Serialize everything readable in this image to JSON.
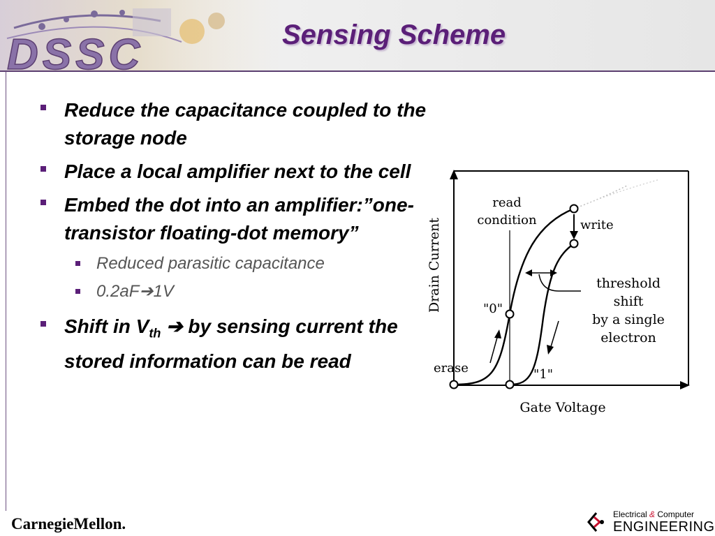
{
  "header": {
    "logo_text": "DSSC",
    "title": "Sensing Scheme"
  },
  "bullets": [
    {
      "text": "Reduce the capacitance coupled to the storage node"
    },
    {
      "text": "Place a local amplifier next to the cell"
    },
    {
      "text": "Embed the dot into an amplifier:”one-transistor floating-dot memory”"
    }
  ],
  "sub_bullets": [
    {
      "text": "Reduced parasitic capacitance"
    },
    {
      "pre": "0.2aF",
      "arrow": "➔",
      "post": "1V"
    }
  ],
  "last_bullet": {
    "pre": "Shift in V",
    "sub": "th",
    "arrow": " ➔ ",
    "post": "by sensing current the stored information can be read"
  },
  "figure": {
    "x_label": "Gate Voltage",
    "y_label": "Drain Current",
    "labels": {
      "read_line1": "read",
      "read_line2": "condition",
      "write": "write",
      "zero": "\"0\"",
      "one": "\"1\"",
      "erase": "erase",
      "shift_line1": "threshold",
      "shift_line2": "shift",
      "shift_line3": "by a single",
      "shift_line4": "electron"
    }
  },
  "footer": {
    "left": "CarnegieMellon.",
    "right_line1_a": "Electrical ",
    "right_amp": "&",
    "right_line1_b": " Computer",
    "right_line2": "ENGINEERING"
  }
}
